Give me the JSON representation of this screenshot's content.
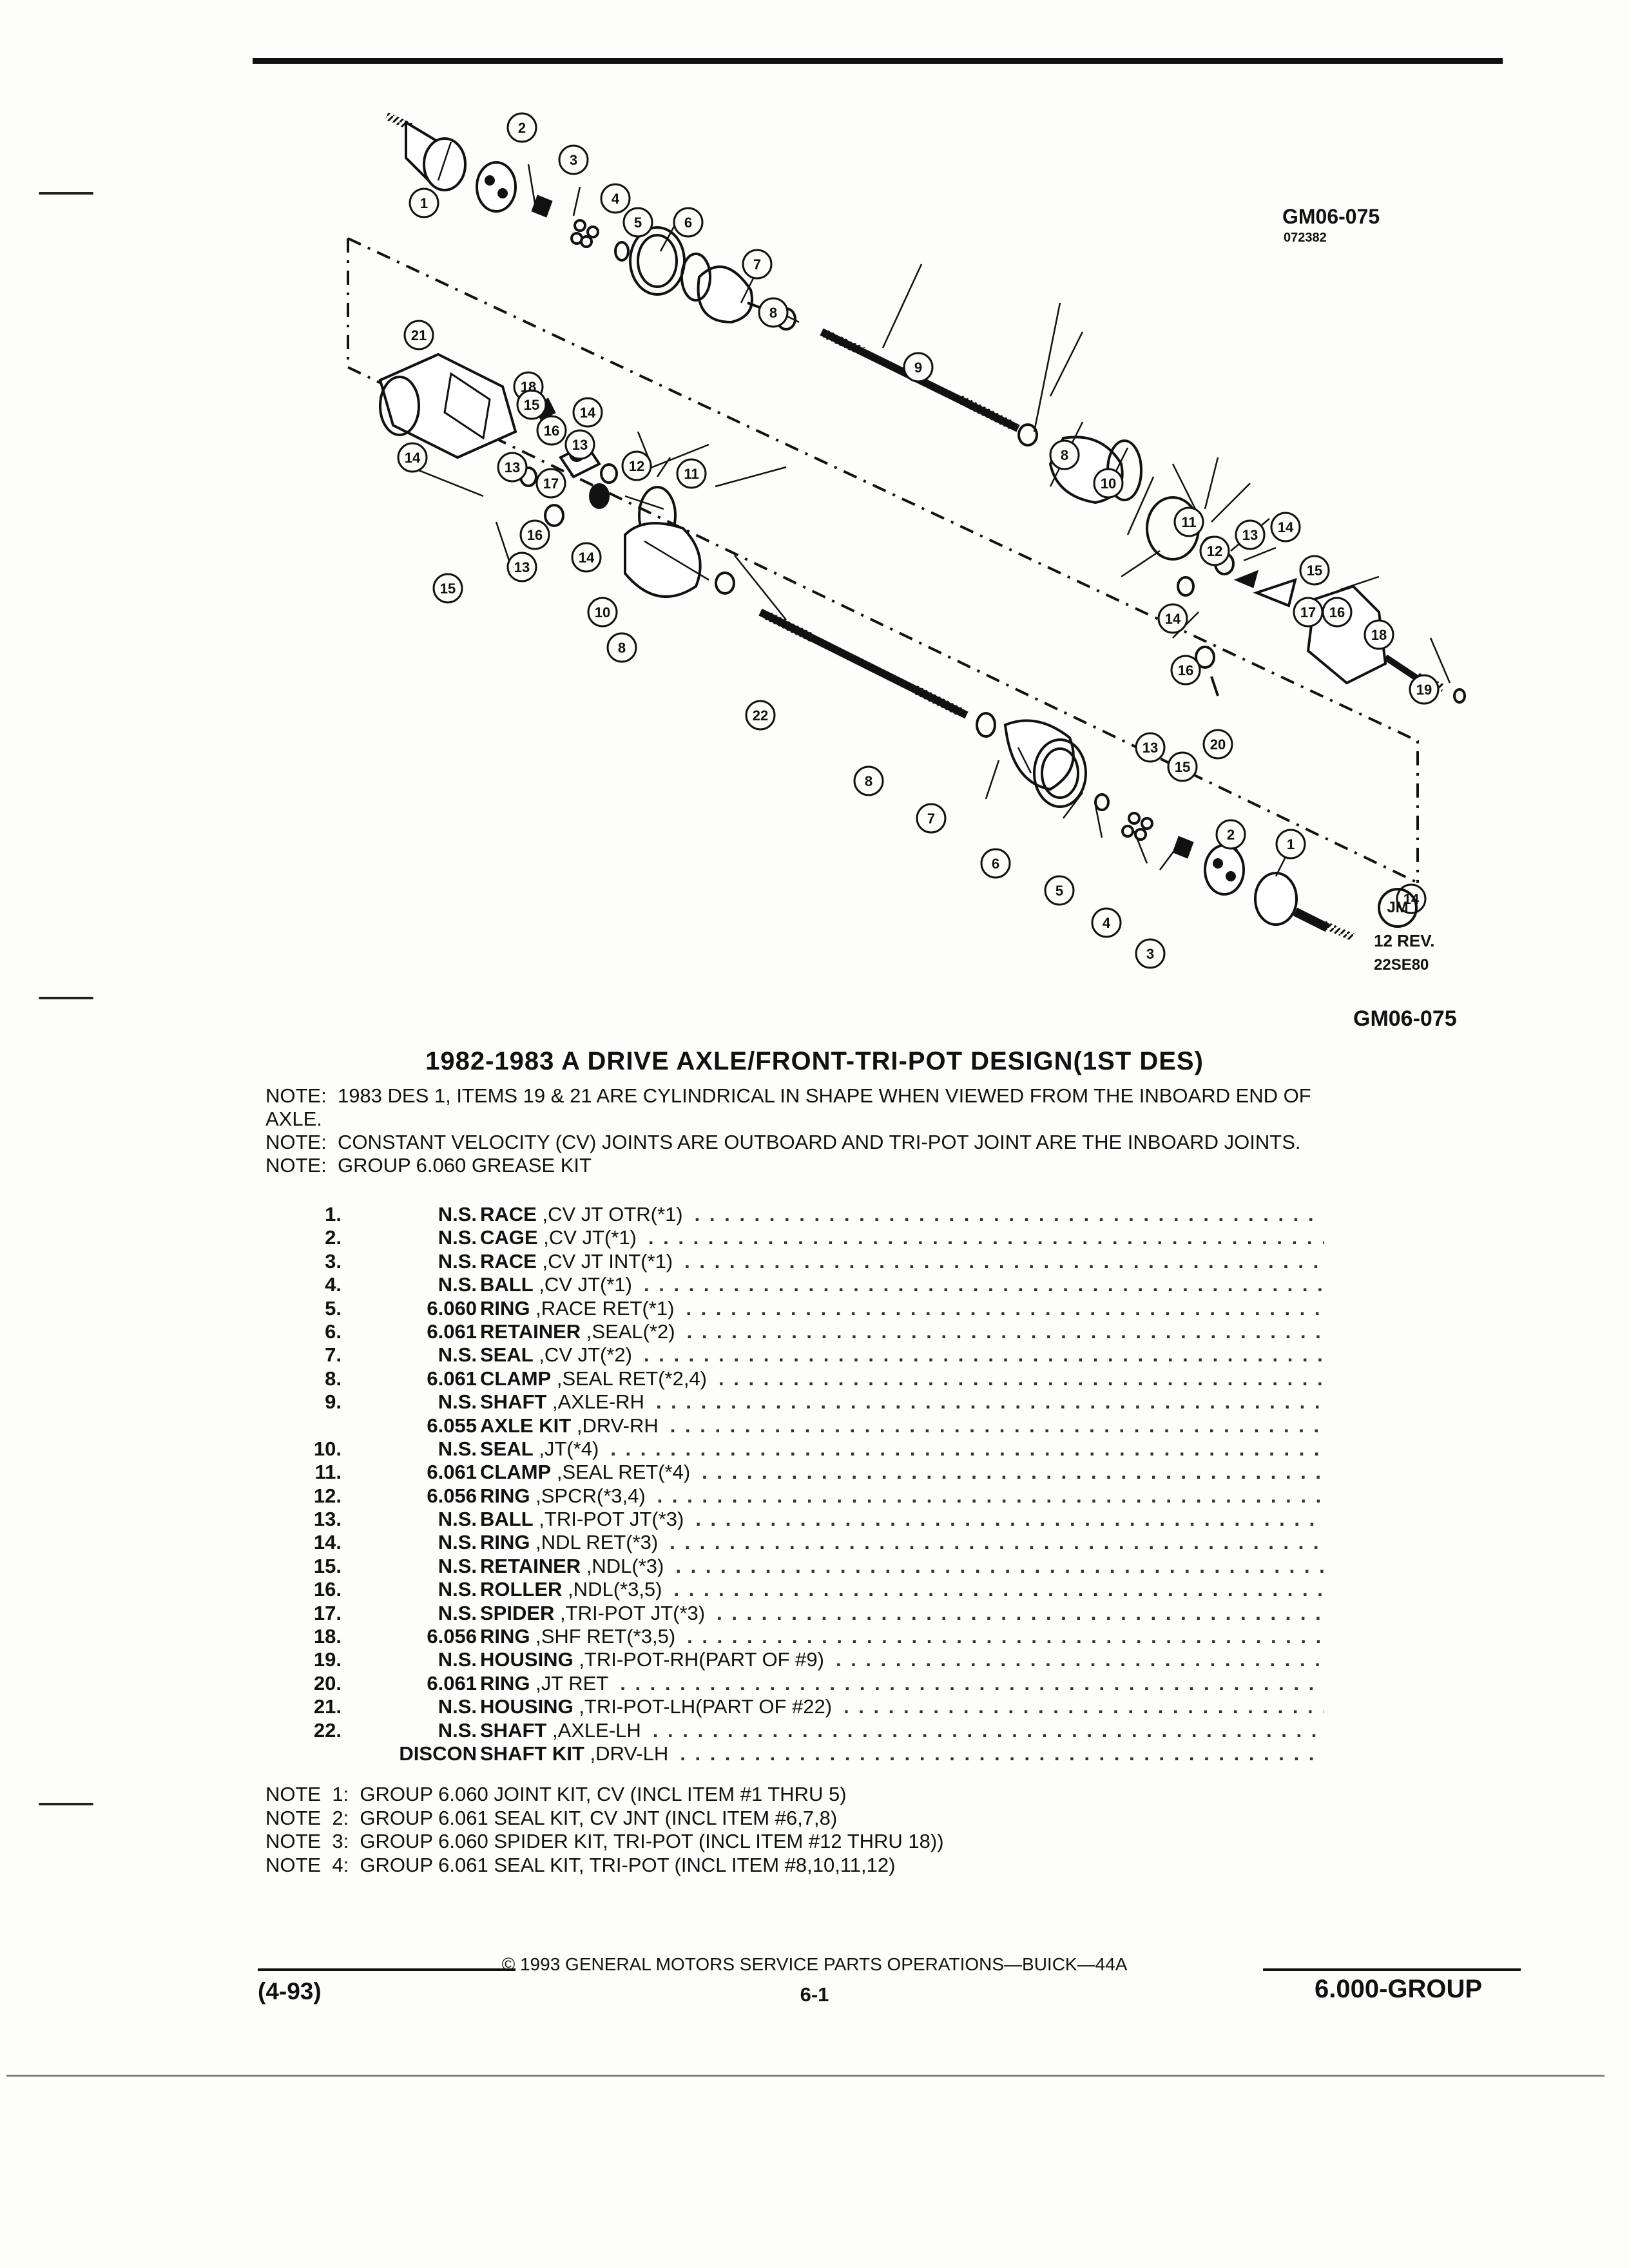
{
  "figure": {
    "code_top": "GM06-075",
    "date_code_top": "072382",
    "jm_badge": "JM",
    "revision": "12 REV.",
    "revision_date": "22SE80",
    "code_bottom": "GM06-075",
    "callouts_upper": [
      "1",
      "2",
      "3",
      "4",
      "5",
      "6",
      "7",
      "8",
      "9",
      "8",
      "10",
      "11",
      "12",
      "13",
      "14",
      "15",
      "16",
      "17",
      "18",
      "19",
      "20",
      "13",
      "14",
      "15",
      "16",
      "17",
      "18",
      "21"
    ],
    "callouts_lower": [
      "14",
      "13",
      "16",
      "15",
      "14",
      "11",
      "12",
      "10",
      "8",
      "22",
      "8",
      "7",
      "6",
      "5",
      "4",
      "3",
      "2",
      "1",
      "16",
      "13",
      "15",
      "14",
      "14"
    ]
  },
  "title": "1982-1983 A DRIVE AXLE/FRONT-TRI-POT DESIGN(1ST DES)",
  "notes": [
    "NOTE:  1983 DES 1, ITEMS 19 & 21 ARE CYLINDRICAL IN SHAPE WHEN VIEWED FROM THE INBOARD END OF",
    "AXLE.",
    "NOTE:  CONSTANT VELOCITY (CV) JOINTS ARE OUTBOARD AND TRI-POT JOINT ARE THE INBOARD JOINTS.",
    "NOTE:  GROUP 6.060 GREASE KIT"
  ],
  "parts": [
    {
      "num": "1.",
      "grp": "N.S.",
      "name": "RACE",
      "desc": ",CV JT OTR(*1)"
    },
    {
      "num": "2.",
      "grp": "N.S.",
      "name": "CAGE",
      "desc": ",CV JT(*1)"
    },
    {
      "num": "3.",
      "grp": "N.S.",
      "name": "RACE",
      "desc": ",CV JT INT(*1)"
    },
    {
      "num": "4.",
      "grp": "N.S.",
      "name": "BALL",
      "desc": ",CV JT(*1)"
    },
    {
      "num": "5.",
      "grp": "6.060",
      "name": "RING",
      "desc": ",RACE RET(*1)"
    },
    {
      "num": "6.",
      "grp": "6.061",
      "name": "RETAINER",
      "desc": ",SEAL(*2)"
    },
    {
      "num": "7.",
      "grp": "N.S.",
      "name": "SEAL",
      "desc": ",CV JT(*2)"
    },
    {
      "num": "8.",
      "grp": "6.061",
      "name": "CLAMP",
      "desc": ",SEAL RET(*2,4)"
    },
    {
      "num": "9.",
      "grp": "N.S.",
      "name": "SHAFT",
      "desc": ",AXLE-RH"
    },
    {
      "num": "",
      "grp": "6.055",
      "name": "AXLE KIT",
      "desc": ",DRV-RH"
    },
    {
      "num": "10.",
      "grp": "N.S.",
      "name": "SEAL",
      "desc": ",JT(*4)"
    },
    {
      "num": "11.",
      "grp": "6.061",
      "name": "CLAMP",
      "desc": ",SEAL RET(*4)"
    },
    {
      "num": "12.",
      "grp": "6.056",
      "name": "RING",
      "desc": ",SPCR(*3,4)"
    },
    {
      "num": "13.",
      "grp": "N.S.",
      "name": "BALL",
      "desc": ",TRI-POT JT(*3)"
    },
    {
      "num": "14.",
      "grp": "N.S.",
      "name": "RING",
      "desc": ",NDL RET(*3)"
    },
    {
      "num": "15.",
      "grp": "N.S.",
      "name": "RETAINER",
      "desc": ",NDL(*3)"
    },
    {
      "num": "16.",
      "grp": "N.S.",
      "name": "ROLLER",
      "desc": ",NDL(*3,5)"
    },
    {
      "num": "17.",
      "grp": "N.S.",
      "name": "SPIDER",
      "desc": ",TRI-POT JT(*3)"
    },
    {
      "num": "18.",
      "grp": "6.056",
      "name": "RING",
      "desc": ",SHF RET(*3,5)"
    },
    {
      "num": "19.",
      "grp": "N.S.",
      "name": "HOUSING",
      "desc": ",TRI-POT-RH(PART OF #9)"
    },
    {
      "num": "20.",
      "grp": "6.061",
      "name": "RING",
      "desc": ",JT RET"
    },
    {
      "num": "21.",
      "grp": "N.S.",
      "name": "HOUSING",
      "desc": ",TRI-POT-LH(PART OF #22)"
    },
    {
      "num": "22.",
      "grp": "N.S.",
      "name": "SHAFT",
      "desc": ",AXLE-LH"
    },
    {
      "num": "",
      "grp": "DISCON",
      "name": "SHAFT KIT",
      "desc": ",DRV-LH"
    }
  ],
  "footnotes": [
    "NOTE  1:  GROUP 6.060 JOINT KIT, CV (INCL ITEM #1 THRU 5)",
    "NOTE  2:  GROUP 6.061 SEAL KIT, CV JNT (INCL ITEM #6,7,8)",
    "NOTE  3:  GROUP 6.060 SPIDER KIT, TRI-POT (INCL ITEM #12 THRU 18))",
    "NOTE  4:  GROUP 6.061 SEAL KIT, TRI-POT (INCL ITEM #8,10,11,12)"
  ],
  "footer": {
    "copyright": "©  1993  GENERAL MOTORS SERVICE PARTS OPERATIONS—BUICK—44A",
    "date_code": "(4-93)",
    "page": "6-1",
    "group": "6.000-GROUP"
  }
}
